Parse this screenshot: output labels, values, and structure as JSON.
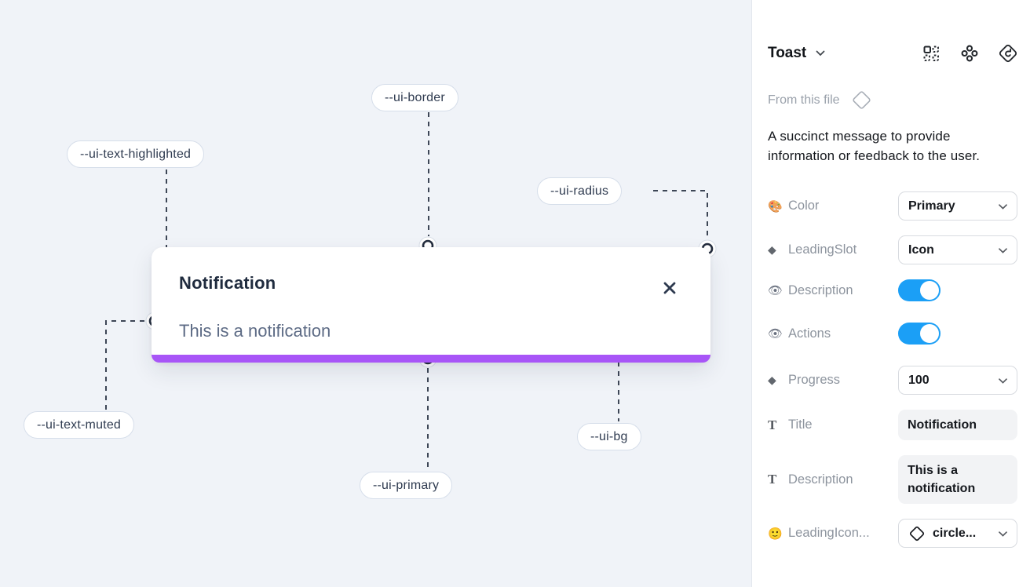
{
  "canvas": {
    "toast": {
      "title": "Notification",
      "description": "This is a notification"
    },
    "labels": {
      "text_highlighted": "--ui-text-highlighted",
      "border": "--ui-border",
      "radius": "--ui-radius",
      "text_muted": "--ui-text-muted",
      "primary": "--ui-primary",
      "bg": "--ui-bg"
    }
  },
  "panel": {
    "title": "Toast",
    "source": "From this file",
    "description": "A succinct message to provide information or feedback to the user.",
    "properties": {
      "color": {
        "icon": "🎨",
        "label": "Color",
        "value": "Primary"
      },
      "leading_slot": {
        "icon": "◆",
        "label": "LeadingSlot",
        "value": "Icon"
      },
      "show_description": {
        "icon": "👁",
        "label": "Description",
        "enabled": true
      },
      "show_actions": {
        "icon": "👁",
        "label": "Actions",
        "enabled": true
      },
      "progress": {
        "icon": "◆",
        "label": "Progress",
        "value": "100"
      },
      "title_field": {
        "icon": "T",
        "label": "Title",
        "value": "Notification"
      },
      "description_field": {
        "icon": "T",
        "label": "Description",
        "value": "This is a notification"
      },
      "leading_icon": {
        "icon": "🙂",
        "label": "LeadingIcon...",
        "value": "circle..."
      }
    }
  },
  "colors": {
    "primary_purple": "#a855f7",
    "toggle_on_blue": "#1b9ff6",
    "canvas_bg": "#f0f3f8"
  }
}
